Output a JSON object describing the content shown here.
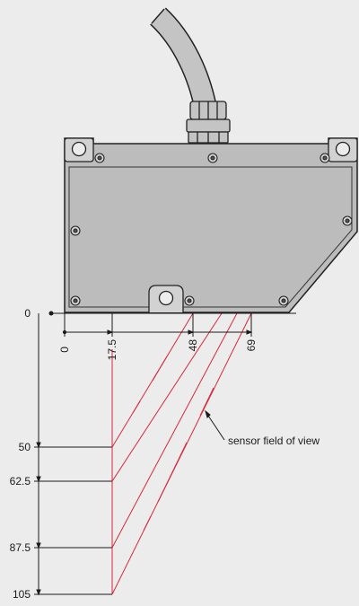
{
  "dimensions": {
    "horizontal": [
      "0",
      "17.5",
      "48",
      "69"
    ],
    "vertical": [
      "0",
      "50",
      "62.5",
      "87.5",
      "105"
    ]
  },
  "annotation": "sensor field of view",
  "colors": {
    "background": "#ececec",
    "housing": "#bcbcbc",
    "outline": "#222222",
    "beam": "#d9273a",
    "dimension_line": "#1a1a1a"
  },
  "icons": [
    "cable-icon",
    "cable-gland-icon",
    "mounting-lug-icon",
    "screw-icon"
  ]
}
